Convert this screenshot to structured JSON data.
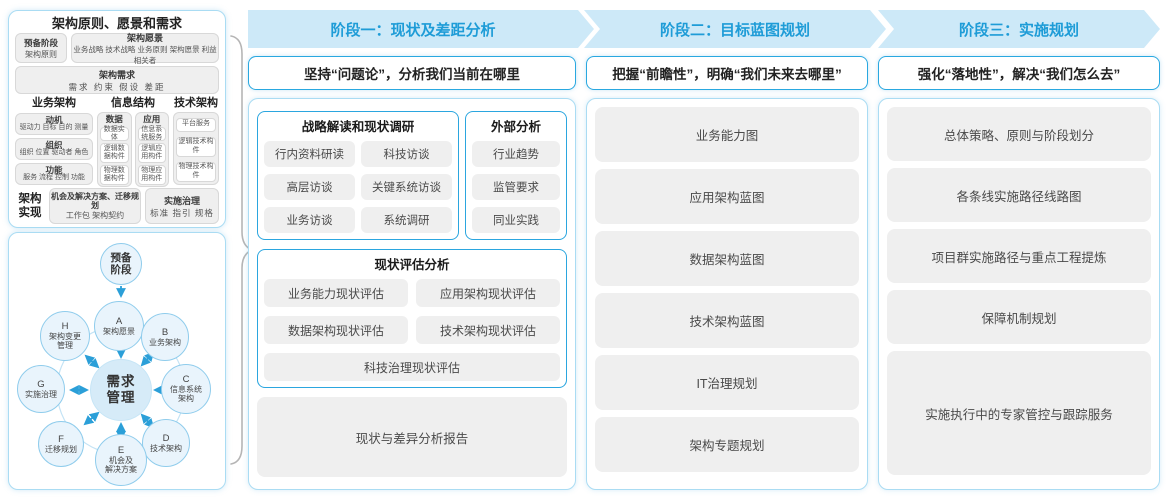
{
  "colors": {
    "band_bg": "#cde9f8",
    "band_text": "#1e9cd7",
    "strong_blue_border": "#29a8e0",
    "light_blue_border": "#aadcf3",
    "item_bg": "#efefef",
    "item_text": "#4a4a4a",
    "arrow_blue": "#2b9fd8",
    "circle_fill": "#e9f4fc",
    "center_circle_fill": "#d6ebf8"
  },
  "left_panel": {
    "title": "架构原则、愿景和需求",
    "prep": {
      "title": "预备阶段",
      "sub": "架构原则"
    },
    "vision": {
      "title": "架构愿景",
      "sub": "业务战略 技术战略 业务原则 架构愿景 利益相关者"
    },
    "requirement": {
      "title": "架构需求",
      "sub": "需求  约束  假设  差距"
    },
    "business": {
      "title": "业务架构",
      "items": [
        {
          "title": "动机",
          "sub": "驱动力 目标 目的 测量"
        },
        {
          "title": "组织",
          "sub": "组织 位置 驱动者 角色"
        },
        {
          "title": "功能",
          "sub": "服务 流程 控制 功能"
        }
      ]
    },
    "information": {
      "title": "信息结构",
      "data_col": {
        "title": "数据",
        "items": [
          "数据实体",
          "逻辑数据构件",
          "物理数据构件"
        ]
      },
      "app_col": {
        "title": "应用",
        "items": [
          "信息系统服务",
          "逻辑应用构件",
          "物理应用构件"
        ]
      }
    },
    "technology": {
      "title": "技术架构",
      "items": [
        "平台服务",
        "逻辑技术构件",
        "物理技术构件"
      ]
    },
    "realization": {
      "label": "架构\n实现",
      "opportunity": {
        "title": "机会及解决方案、迁移规划",
        "sub": "工作包  架构契约"
      },
      "governance": {
        "title": "实施治理",
        "sub": "标准  指引  规格"
      }
    }
  },
  "adm_cycle": {
    "prep": "预备\n阶段",
    "center": "需求\n管理",
    "nodes": [
      {
        "letter": "A",
        "label": "架构愿景"
      },
      {
        "letter": "B",
        "label": "业务架构"
      },
      {
        "letter": "C",
        "label": "信息系统\n架构"
      },
      {
        "letter": "D",
        "label": "技术架构"
      },
      {
        "letter": "E",
        "label": "机会及\n解决方案"
      },
      {
        "letter": "F",
        "label": "迁移规划"
      },
      {
        "letter": "G",
        "label": "实施治理"
      },
      {
        "letter": "H",
        "label": "架构变更\n管理"
      }
    ]
  },
  "phases": [
    {
      "header": "阶段一：现状及差距分析",
      "subtitle": "坚持“问题论”，分析我们当前在哪里",
      "groups": {
        "research": {
          "title": "战略解读和现状调研",
          "items": [
            "行内资料研读",
            "科技访谈",
            "高层访谈",
            "关键系统访谈",
            "业务访谈",
            "系统调研"
          ]
        },
        "external": {
          "title": "外部分析",
          "items": [
            "行业趋势",
            "监管要求",
            "同业实践"
          ]
        },
        "assessment": {
          "title": "现状评估分析",
          "items": [
            "业务能力现状评估",
            "应用架构现状评估",
            "数据架构现状评估",
            "技术架构现状评估",
            "科技治理现状评估"
          ]
        }
      },
      "report": "现状与差异分析报告"
    },
    {
      "header": "阶段二：目标蓝图规划",
      "subtitle": "把握“前瞻性”，明确“我们未来去哪里”",
      "items": [
        "业务能力图",
        "应用架构蓝图",
        "数据架构蓝图",
        "技术架构蓝图",
        "IT治理规划",
        "架构专题规划"
      ]
    },
    {
      "header": "阶段三：实施规划",
      "subtitle": "强化“落地性”，解决“我们怎么去”",
      "items": [
        "总体策略、原则与阶段划分",
        "各条线实施路径线路图",
        "项目群实施路径与重点工程提炼",
        "保障机制规划",
        "实施执行中的专家管控与跟踪服务"
      ]
    }
  ]
}
